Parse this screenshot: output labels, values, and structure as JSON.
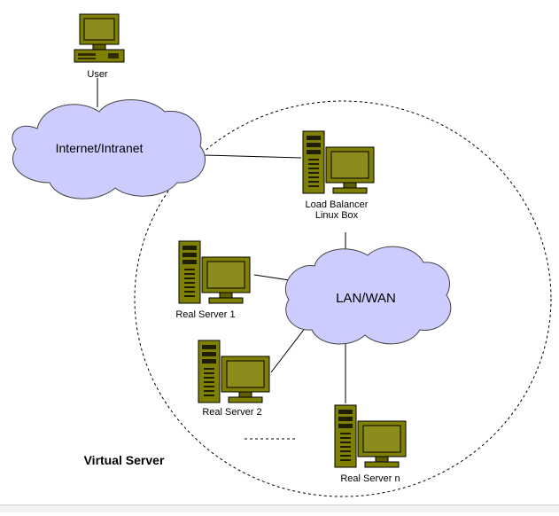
{
  "diagram": {
    "nodes": {
      "user": {
        "label": "User",
        "icon": "desktop-computer-icon"
      },
      "internet": {
        "label": "Internet/Intranet",
        "icon": "cloud-icon"
      },
      "load_balancer": {
        "label_line1": "Load Balancer",
        "label_line2": "Linux Box",
        "icon": "server-tower-icon"
      },
      "lan": {
        "label": "LAN/WAN",
        "icon": "cloud-icon"
      },
      "real_server_1": {
        "label": "Real Server 1",
        "icon": "server-tower-icon"
      },
      "real_server_2": {
        "label": "Real Server 2",
        "icon": "server-tower-icon"
      },
      "real_server_n": {
        "label": "Real Server n",
        "icon": "server-tower-icon"
      }
    },
    "group": {
      "label": "Virtual Server",
      "style": "dashed-circle"
    },
    "links": [
      [
        "user",
        "internet"
      ],
      [
        "internet",
        "load_balancer"
      ],
      [
        "load_balancer",
        "lan"
      ],
      [
        "lan",
        "real_server_1"
      ],
      [
        "lan",
        "real_server_2"
      ],
      [
        "lan",
        "real_server_n"
      ]
    ],
    "colors": {
      "cloud_fill": "#ccccff",
      "cloud_stroke": "#444444",
      "equipment_fill": "#808000",
      "equipment_dark": "#3d3d00",
      "screen_fill": "#8c8c1c",
      "line": "#000000"
    }
  }
}
